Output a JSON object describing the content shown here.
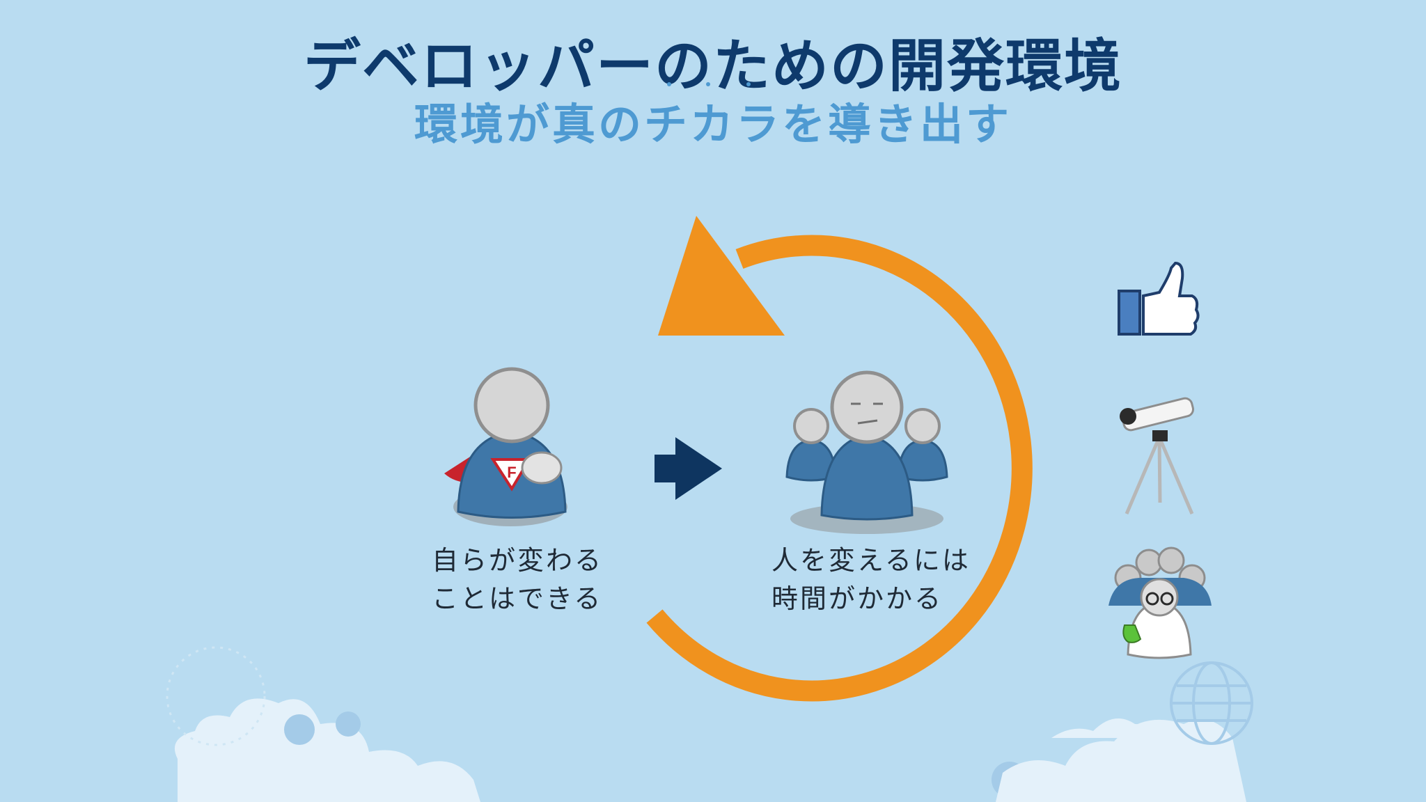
{
  "header": {
    "title": "デベロッパーのための開発環境",
    "subtitle": "環境が真のチカラを導き出す"
  },
  "left_caption": {
    "line1": "自らが変わる",
    "line2": "ことはできる"
  },
  "right_caption": {
    "line1": "人を変えるには",
    "line2": "時間がかかる"
  },
  "icons": {
    "left_figure": "superhero-person-icon",
    "arrow": "right-arrow-icon",
    "right_figure": "group-of-people-icon",
    "cycle": "circular-arrow-icon",
    "side_1": "thumbs-up-icon",
    "side_2": "telescope-icon",
    "side_3": "scientist-team-icon"
  },
  "colors": {
    "background": "#b9dcf1",
    "title": "#0e3a6c",
    "subtitle": "#4e9ad2",
    "cycle_arrow": "#f0921e",
    "figure_body": "#3f77a8",
    "dark_arrow": "#0e3560"
  }
}
